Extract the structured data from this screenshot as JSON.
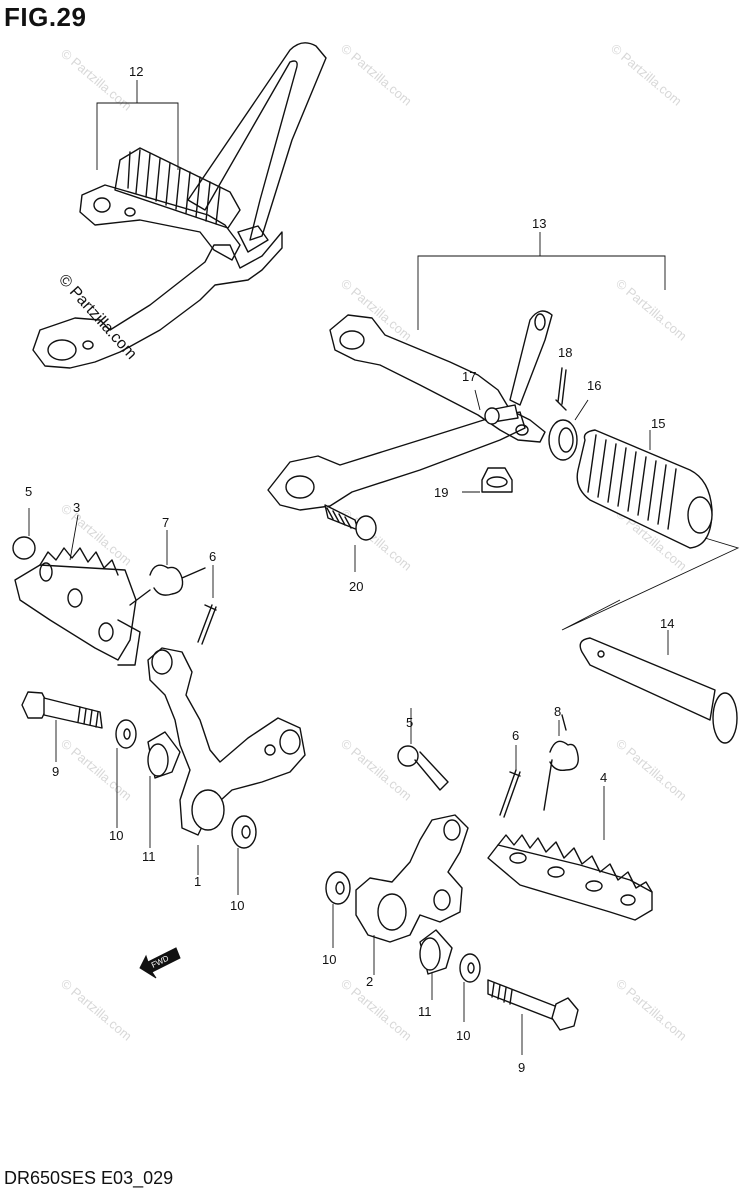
{
  "figure": {
    "title": "FIG.29",
    "code": "DR650SES E03_029",
    "copyright": "© Partzilla.com",
    "watermark": "© Partzilla.com",
    "direction_label": "FWD"
  },
  "callouts": {
    "c1": "1",
    "c2": "2",
    "c3": "3",
    "c4": "4",
    "c5a": "5",
    "c5b": "5",
    "c6a": "6",
    "c6b": "6",
    "c7": "7",
    "c8": "8",
    "c9a": "9",
    "c9b": "9",
    "c10a": "10",
    "c10b": "10",
    "c10c": "10",
    "c10d": "10",
    "c11a": "11",
    "c11b": "11",
    "c12": "12",
    "c13": "13",
    "c14": "14",
    "c15": "15",
    "c16": "16",
    "c17": "17",
    "c18": "18",
    "c19": "19",
    "c20": "20"
  },
  "colors": {
    "line": "#111111",
    "watermark": "#d8d8d8",
    "background": "#ffffff"
  }
}
